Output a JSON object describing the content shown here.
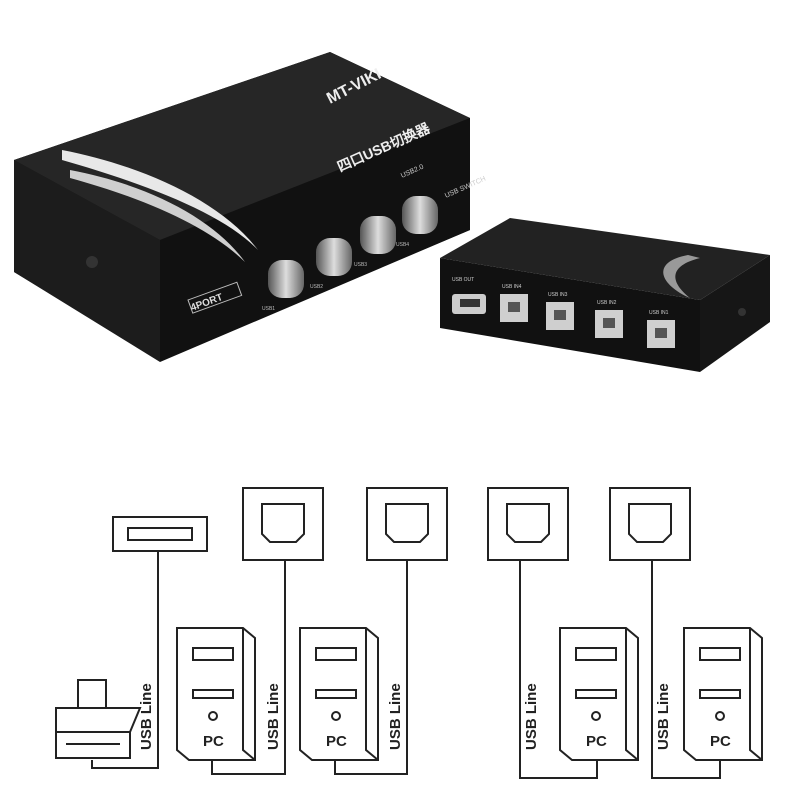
{
  "product": {
    "brand": "MT-VIKI",
    "title_cn": "四口USB切换器",
    "usb_version": "USB2.0",
    "switch_label": "USB SWITCH",
    "port_badge": "4PORT",
    "button_labels": [
      "USB1",
      "USB2",
      "USB3",
      "USB4"
    ],
    "rear_ports": [
      "USB OUT",
      "USB IN4",
      "USB IN3",
      "USB IN2",
      "USB IN1"
    ]
  },
  "diagram": {
    "line_label": "USB Line",
    "pc_label": "PC",
    "links": [
      {
        "connector": "usb-a",
        "device": "printer"
      },
      {
        "connector": "usb-b",
        "device": "pc"
      },
      {
        "connector": "usb-b",
        "device": "pc"
      },
      {
        "connector": "usb-b",
        "device": "pc"
      },
      {
        "connector": "usb-b",
        "device": "pc"
      }
    ]
  }
}
